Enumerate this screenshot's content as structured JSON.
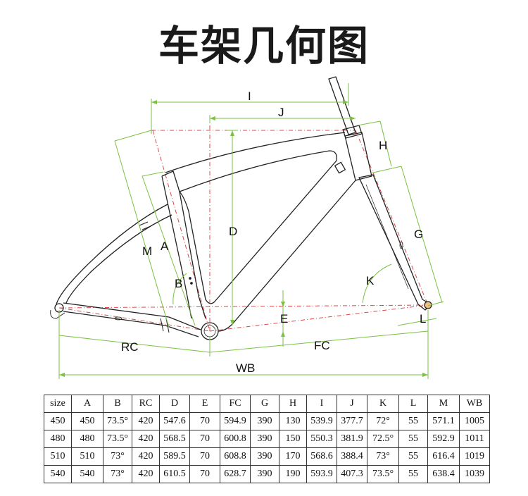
{
  "title": "车架几何图",
  "labels": [
    "I",
    "J",
    "H",
    "D",
    "G",
    "M",
    "A",
    "B",
    "K",
    "E",
    "L",
    "RC",
    "FC",
    "WB"
  ],
  "colors": {
    "frame": "#222222",
    "dimension": "#7bc142",
    "reference": "#e04848"
  },
  "table": {
    "headers": [
      "size",
      "A",
      "B",
      "RC",
      "D",
      "E",
      "FC",
      "G",
      "H",
      "I",
      "J",
      "K",
      "L",
      "M",
      "WB"
    ],
    "rows": [
      [
        "450",
        "450",
        "73.5°",
        "420",
        "547.6",
        "70",
        "594.9",
        "390",
        "130",
        "539.9",
        "377.7",
        "72°",
        "55",
        "571.1",
        "1005"
      ],
      [
        "480",
        "480",
        "73.5°",
        "420",
        "568.5",
        "70",
        "600.8",
        "390",
        "150",
        "550.3",
        "381.9",
        "72.5°",
        "55",
        "592.9",
        "1011"
      ],
      [
        "510",
        "510",
        "73°",
        "420",
        "589.5",
        "70",
        "608.8",
        "390",
        "170",
        "568.6",
        "388.4",
        "73°",
        "55",
        "616.4",
        "1019"
      ],
      [
        "540",
        "540",
        "73°",
        "420",
        "610.5",
        "70",
        "628.7",
        "390",
        "190",
        "593.9",
        "407.3",
        "73.5°",
        "55",
        "638.4",
        "1039"
      ]
    ]
  }
}
